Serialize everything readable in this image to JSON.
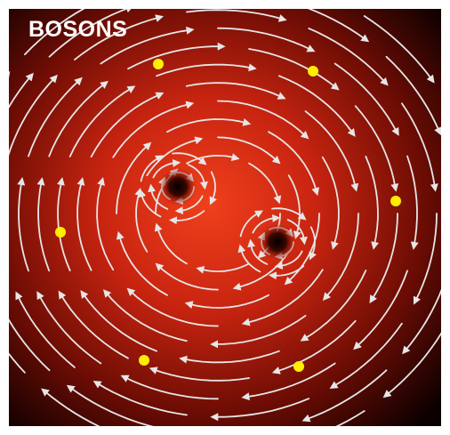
{
  "figure": {
    "title": "BOSONS",
    "colors": {
      "background_center": "#e23014",
      "background_edge": "#0a0000",
      "stream": "#e6e6e6",
      "vortex_core": "#1a0300",
      "particle": "#ffee00"
    },
    "vortex_count": 2,
    "particle_count": 6
  }
}
